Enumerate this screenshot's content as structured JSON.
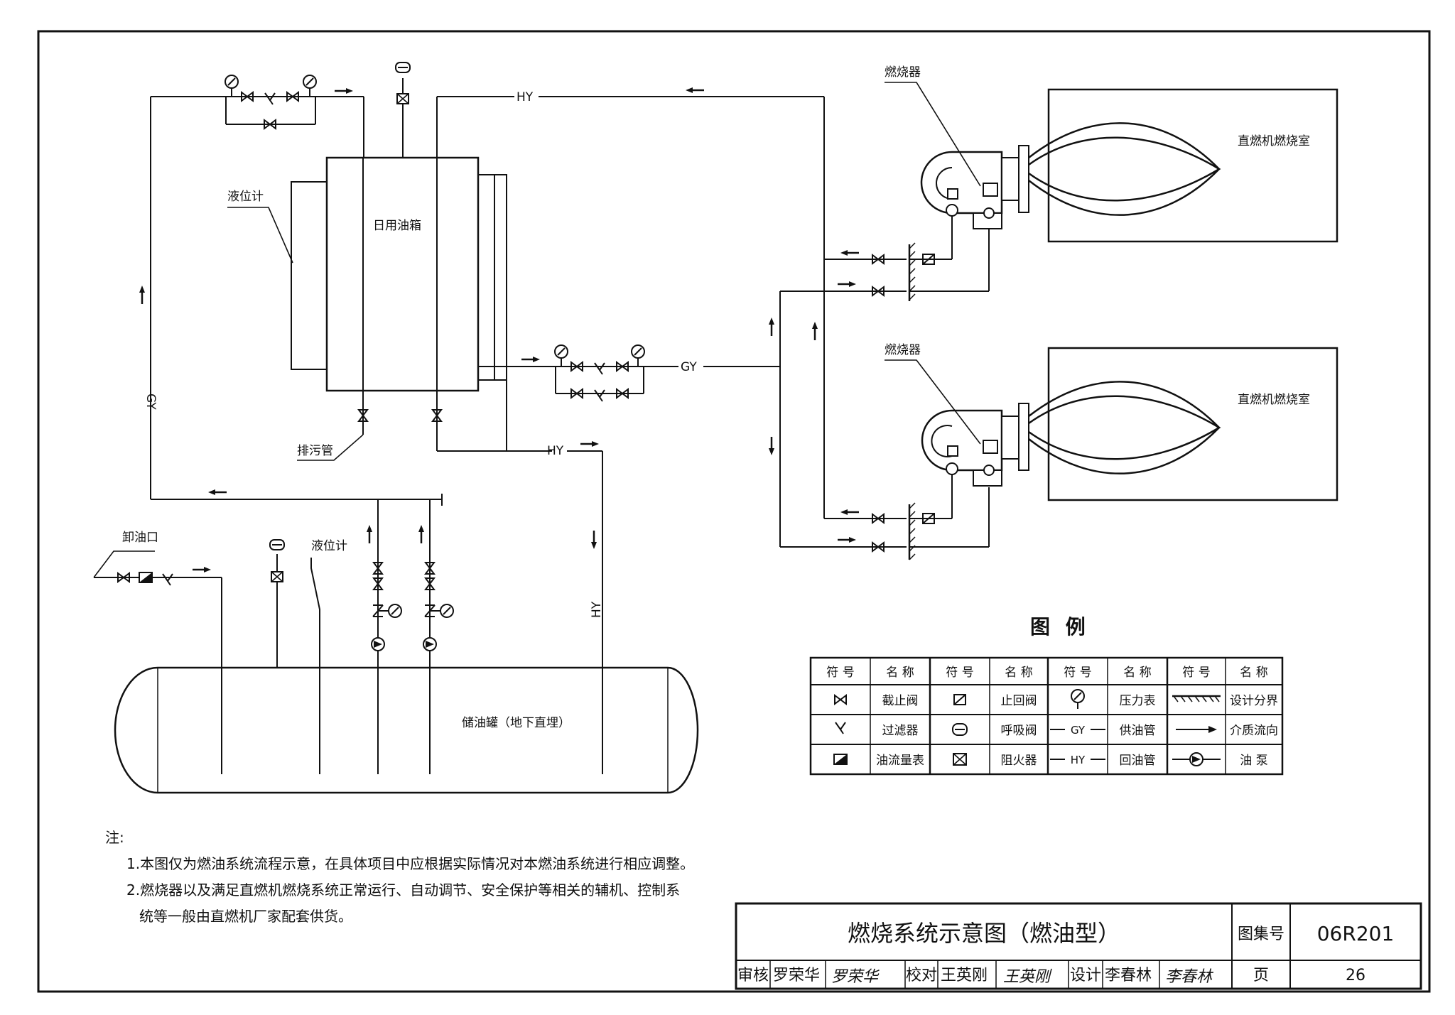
{
  "labels": {
    "day_tank": "日用油箱",
    "level_gauge_tank": "液位计",
    "drain_pipe": "排污管",
    "unload_port": "卸油口",
    "level_gauge_storage": "液位计",
    "storage_tank": "储油罐（地下直埋）",
    "burner_1": "燃烧器",
    "burner_2": "燃烧器",
    "chamber_1": "直燃机燃烧室",
    "chamber_2": "直燃机燃烧室",
    "hy_top": "HY",
    "hy_mid": "HY",
    "hy_vertical": "HY",
    "gy_mid": "GY",
    "gy_vertical": "GY"
  },
  "legend": {
    "title": "图 例",
    "col_symbol": "符 号",
    "col_name": "名 称",
    "items": [
      [
        "截止阀",
        "止回阀",
        "压力表",
        "设计分界"
      ],
      [
        "过滤器",
        "呼吸阀",
        "供油管",
        "介质流向"
      ],
      [
        "油流量表",
        "阻火器",
        "回油管",
        "油 泵"
      ]
    ],
    "line_codes": {
      "gy": "GY",
      "hy": "HY"
    }
  },
  "notes": {
    "heading": "注:",
    "items": [
      "1.本图仅为燃油系统流程示意，在具体项目中应根据实际情况对本燃油系统进行相应调整。",
      "2.燃烧器以及满足直燃机燃烧系统正常运行、自动调节、安全保护等相关的辅机、控制系",
      "统等一般由直燃机厂家配套供货。"
    ]
  },
  "title_block": {
    "title": "燃烧系统示意图（燃油型）",
    "atlas_label": "图集号",
    "atlas_no": "06R201",
    "review_label": "审核",
    "reviewer": "罗荣华",
    "check_label": "校对",
    "checker": "王英刚",
    "design_label": "设计",
    "designer": "李春林",
    "page_label": "页",
    "page_no": "26"
  }
}
